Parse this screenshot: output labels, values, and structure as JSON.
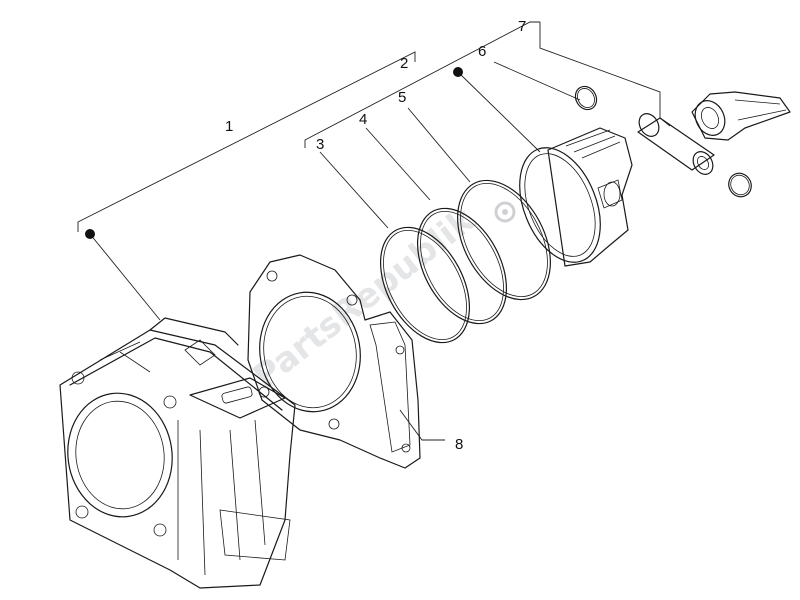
{
  "callouts": [
    {
      "id": "1",
      "label": "1"
    },
    {
      "id": "2",
      "label": "2"
    },
    {
      "id": "3",
      "label": "3"
    },
    {
      "id": "4",
      "label": "4"
    },
    {
      "id": "5",
      "label": "5"
    },
    {
      "id": "6",
      "label": "6"
    },
    {
      "id": "7",
      "label": "7"
    },
    {
      "id": "8",
      "label": "8"
    }
  ],
  "watermark": {
    "text": "PartsRepublik"
  },
  "colors": {
    "line": "#1a1a1a",
    "watermark": "#cfd0d4",
    "background": "#ffffff"
  }
}
